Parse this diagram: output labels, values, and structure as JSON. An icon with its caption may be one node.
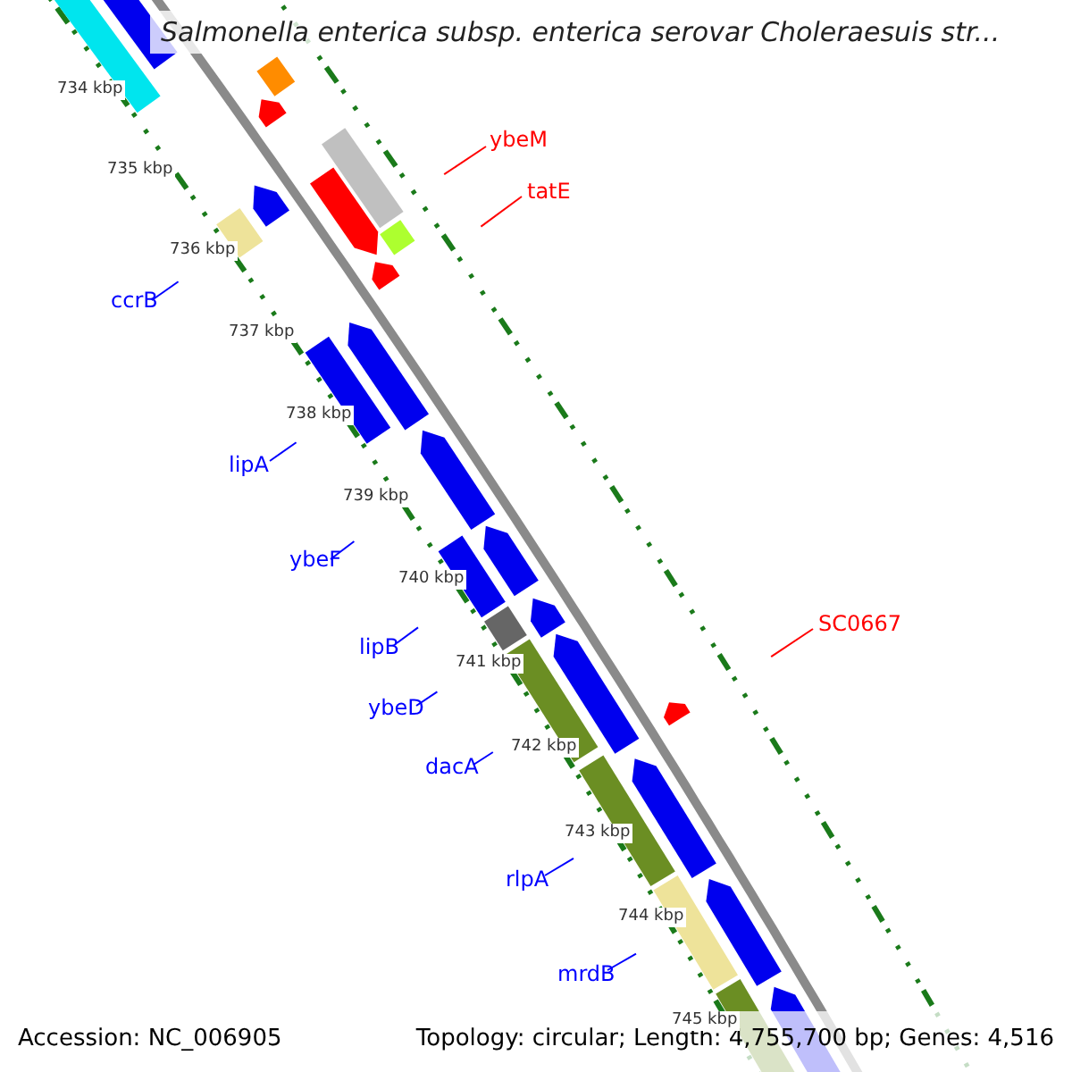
{
  "diagram": {
    "title": "Salmonella enterica subsp. enterica serovar Choleraesuis str...",
    "nodes": [
      {
        "text": [
          "ybeM"
        ]
      },
      {
        "text": [
          "tatE"
        ]
      },
      {
        "text": [
          "ccrB"
        ]
      },
      {
        "text": [
          "lipA"
        ]
      },
      {
        "text": [
          "ybeF"
        ]
      },
      {
        "text": [
          "SC0667"
        ]
      },
      {
        "text": [
          "lipB"
        ]
      },
      {
        "text": [
          "ybeD"
        ]
      },
      {
        "text": [
          "dacA"
        ]
      },
      {
        "text": [
          "rlpA"
        ]
      },
      {
        "text": [
          "mrdB"
        ]
      }
    ],
    "edges": [
      {
        "from": 0,
        "to": null,
        "arrow": "none",
        "color": "#ff0000"
      },
      {
        "from": 1,
        "to": null,
        "arrow": "none",
        "color": "#ff0000"
      },
      {
        "from": 2,
        "to": null,
        "arrow": "none"
      },
      {
        "from": 3,
        "to": null,
        "arrow": "none"
      },
      {
        "from": 4,
        "to": null,
        "arrow": "none"
      },
      {
        "from": 5,
        "to": null,
        "arrow": "none",
        "color": "#ff0000"
      },
      {
        "from": 6,
        "to": null,
        "arrow": "none"
      },
      {
        "from": 7,
        "to": null,
        "arrow": "none"
      },
      {
        "from": 8,
        "to": null,
        "arrow": "none"
      },
      {
        "from": 9,
        "to": null,
        "arrow": "none"
      },
      {
        "from": 10,
        "to": null,
        "arrow": "none"
      }
    ],
    "labels": [
      "734 kbp",
      "735 kbp",
      "736 kbp",
      "737 kbp",
      "738 kbp",
      "739 kbp",
      "740 kbp",
      "741 kbp",
      "742 kbp",
      "743 kbp",
      "744 kbp",
      "745 kbp",
      "Accession: NC_006905",
      "Topology: circular; Length: 4,755,700 bp; Genes: 4,516"
    ]
  }
}
